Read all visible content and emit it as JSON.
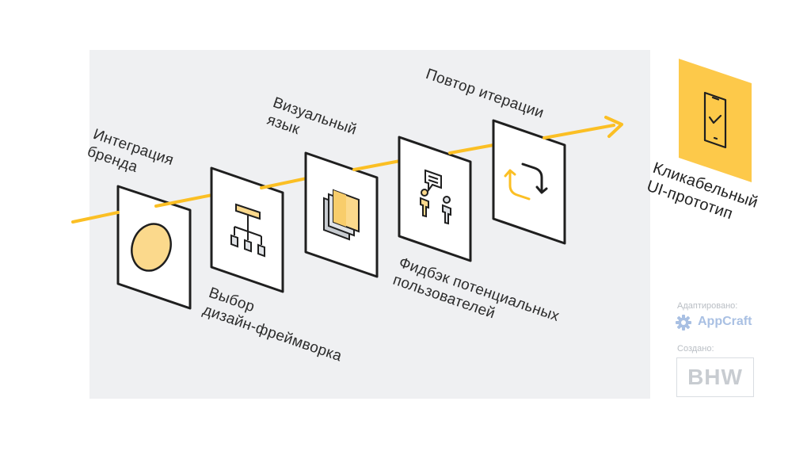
{
  "colors": {
    "background_panel": "#eff0f2",
    "accent": "#fbbf24",
    "fill_light": "#fbd98c",
    "stroke": "#1f1f1f",
    "card_fill": "#ffffff"
  },
  "steps": [
    {
      "label": "Интеграция\nбренда",
      "icon": "brand-circle-icon"
    },
    {
      "label": "Выбор\nдизайн-фреймворка",
      "icon": "hierarchy-icon"
    },
    {
      "label": "Визуальный\nязык",
      "icon": "layers-icon"
    },
    {
      "label": "Фидбэк потенциальных\nпользователей",
      "icon": "users-feedback-icon"
    },
    {
      "label": "Повтор итерации",
      "icon": "repeat-icon"
    }
  ],
  "final": {
    "label": "Кликабельный\nUI-прототип",
    "icon": "phone-check-icon"
  },
  "credits": {
    "adapted_label": "Адаптировано:",
    "adapted_brand": "AppCraft",
    "created_label": "Создано:",
    "created_brand": "BHW"
  }
}
